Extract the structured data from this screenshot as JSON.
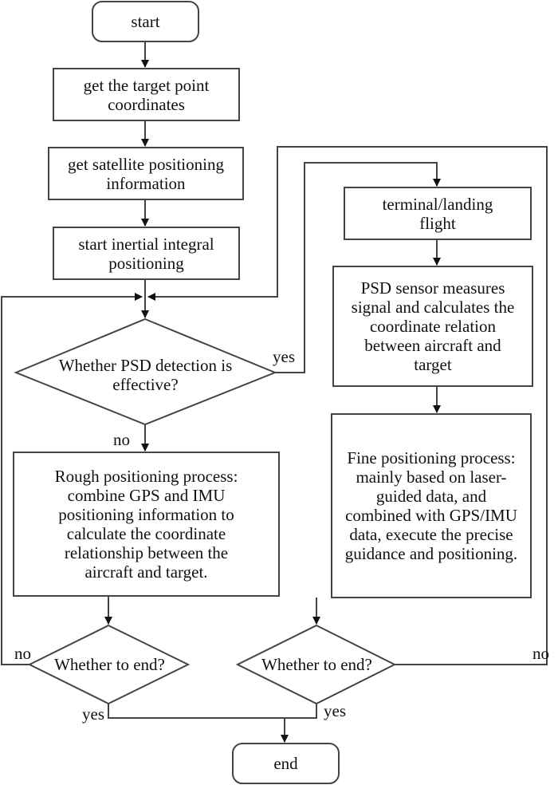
{
  "flowchart": {
    "start": "start",
    "end": "end",
    "steps": {
      "get_target": "get the target point\ncoordinates",
      "get_satellite": "get satellite positioning\ninformation",
      "start_inertial": "start inertial integral\npositioning",
      "psd_decision": "Whether PSD detection is\neffective?",
      "rough": "Rough positioning process:\ncombine GPS and IMU\npositioning information to\ncalculate the coordinate\nrelationship between the\naircraft and target.",
      "end_decision_left": "Whether to end?",
      "terminal": "terminal/landing\nflight",
      "psd_sensor": "PSD sensor measures\nsignal and calculates the\ncoordinate relation\nbetween aircraft and\ntarget",
      "fine": "Fine positioning process:\nmainly based on laser-\nguided data, and\ncombined with GPS/IMU\ndata, execute the precise\nguidance and positioning.",
      "end_decision_right": "Whether to end?"
    },
    "labels": {
      "psd_yes": "yes",
      "psd_no": "no",
      "left_no": "no",
      "left_yes": "yes",
      "right_no": "no",
      "right_yes": "yes"
    }
  }
}
